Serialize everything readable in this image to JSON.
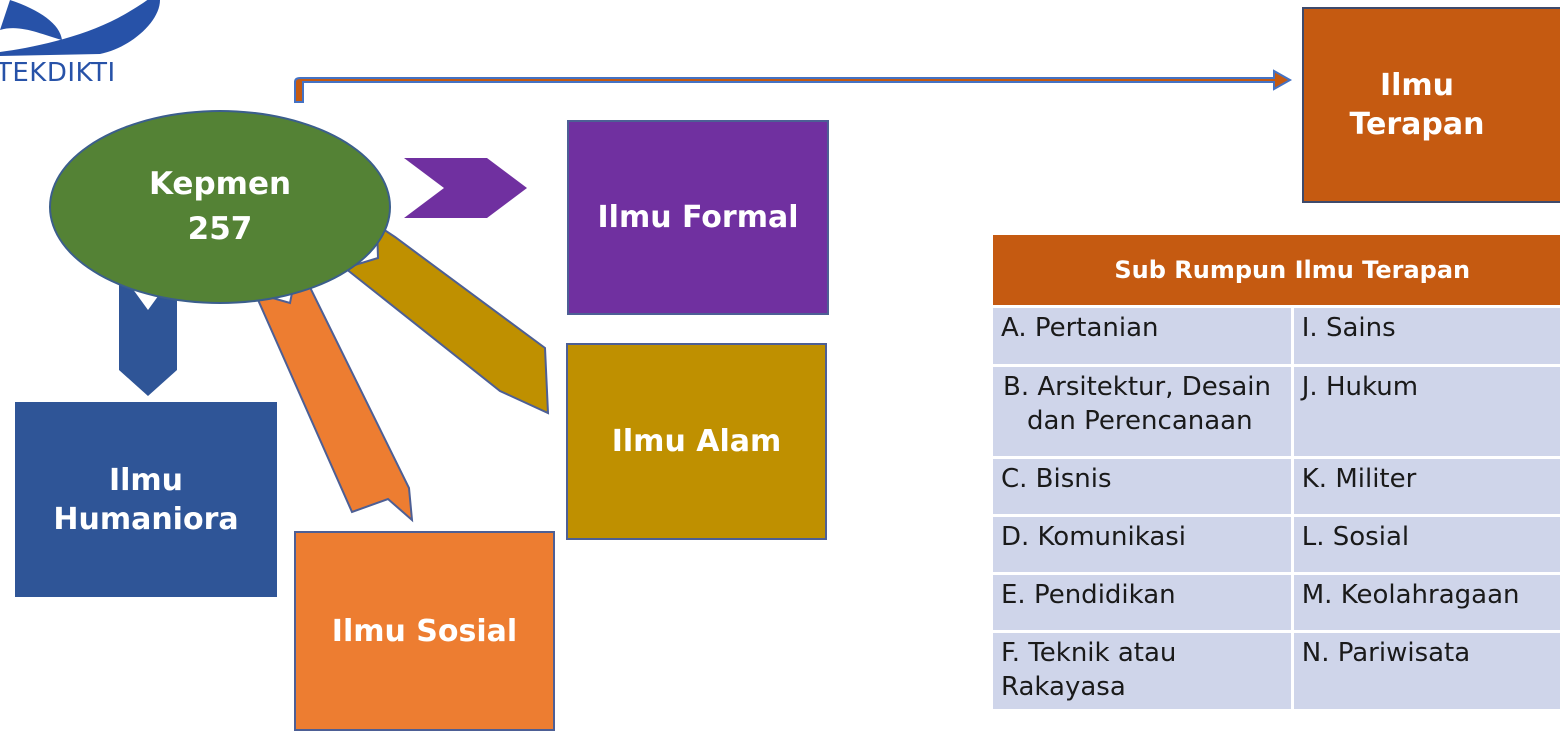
{
  "logo": {
    "text": "TEKDIKTI"
  },
  "center": {
    "line1": "Kepmen",
    "line2": "257"
  },
  "branches": {
    "formal": {
      "label": "Ilmu Formal"
    },
    "alam": {
      "label": "Ilmu Alam"
    },
    "humaniora": {
      "line1": "Ilmu",
      "line2": "Humaniora"
    },
    "sosial": {
      "label": "Ilmu Sosial"
    },
    "terapan": {
      "line1": "Ilmu",
      "line2": "Terapan"
    }
  },
  "table": {
    "header": "Sub Rumpun Ilmu Terapan",
    "rows": [
      {
        "left": "A. Pertanian",
        "right": "I. Sains"
      },
      {
        "left": "B. Arsitektur, Desain dan Perencanaan",
        "right": "J. Hukum"
      },
      {
        "left": "C. Bisnis",
        "right": "K. Militer"
      },
      {
        "left": "D. Komunikasi",
        "right": "L. Sosial"
      },
      {
        "left": "E. Pendidikan",
        "right": "M. Keolahragaan"
      },
      {
        "left": "F. Teknik atau Rakayasa",
        "right": "N. Pariwisata"
      }
    ]
  },
  "colors": {
    "formal": "#7030a0",
    "alam": "#bf9000",
    "humaniora": "#2f5597",
    "sosial": "#ed7d31",
    "terapan": "#c55a11",
    "center": "#548235",
    "arrow_top": "#c55a11",
    "arrow_top_outline": "#4472c4",
    "table_cell": "#cfd5ea"
  }
}
